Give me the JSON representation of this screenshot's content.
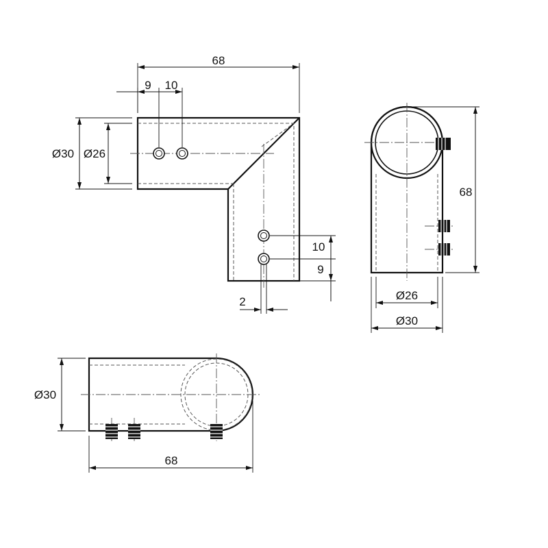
{
  "front_view": {
    "overall_width": "68",
    "hole_offset_1": "9",
    "hole_spacing": "10",
    "outer_diameter": "Ø30",
    "inner_diameter": "Ø26",
    "hole_spacing_vertical": "10",
    "hole_offset_vertical": "9",
    "wall_thickness": "2"
  },
  "side_view": {
    "height": "68",
    "inner_diameter": "Ø26",
    "outer_diameter": "Ø30"
  },
  "top_view": {
    "diameter": "Ø30",
    "length": "68"
  }
}
